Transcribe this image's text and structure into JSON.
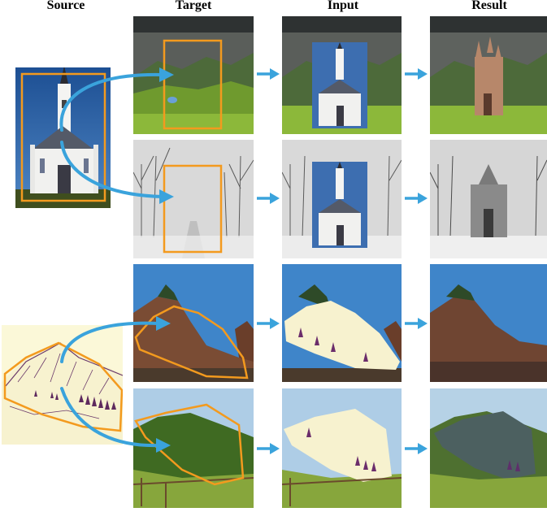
{
  "headers": {
    "source": "Source",
    "target": "Target",
    "input": "Input",
    "result": "Result"
  },
  "colors": {
    "outline": "#f39a1e",
    "arrow": "#3aa3dc"
  }
}
